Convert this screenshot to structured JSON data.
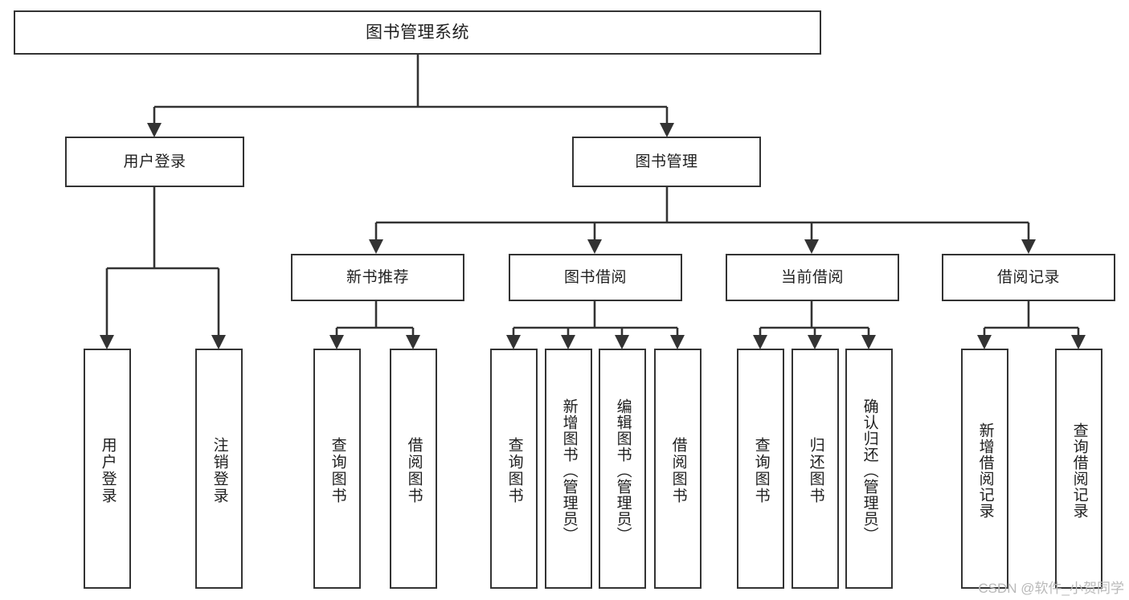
{
  "diagram": {
    "title": "图书管理系统",
    "type": "tree",
    "watermark": "CSDN @软件_小贺同学",
    "colors": {
      "stroke": "#333333",
      "fill": "#ffffff",
      "text": "#1f1f1f",
      "watermark": "#b9b9b9"
    },
    "nodes": {
      "root": {
        "label": "图书管理系统"
      },
      "level1": [
        {
          "id": "user-login",
          "label": "用户登录"
        },
        {
          "id": "book-manage",
          "label": "图书管理"
        }
      ],
      "level2": [
        {
          "id": "new-book-recommend",
          "label": "新书推荐"
        },
        {
          "id": "book-borrow",
          "label": "图书借阅"
        },
        {
          "id": "current-borrow",
          "label": "当前借阅"
        },
        {
          "id": "borrow-record",
          "label": "借阅记录"
        }
      ],
      "leaves": {
        "user_login": [
          {
            "id": "leaf-user-login",
            "label": "用户登录"
          },
          {
            "id": "leaf-logout-login",
            "label": "注销登录"
          }
        ],
        "new_book_recommend": [
          {
            "id": "leaf-query-book-1",
            "label": "查询图书"
          },
          {
            "id": "leaf-borrow-book-1",
            "label": "借阅图书"
          }
        ],
        "book_borrow": [
          {
            "id": "leaf-query-book-2",
            "label": "查询图书"
          },
          {
            "id": "leaf-add-book",
            "label": "新增图书（管理员）"
          },
          {
            "id": "leaf-edit-book",
            "label": "编辑图书（管理员）"
          },
          {
            "id": "leaf-borrow-book-2",
            "label": "借阅图书"
          }
        ],
        "current_borrow": [
          {
            "id": "leaf-query-book-3",
            "label": "查询图书"
          },
          {
            "id": "leaf-return-book",
            "label": "归还图书"
          },
          {
            "id": "leaf-confirm-return",
            "label": "确认归还（管理员）"
          }
        ],
        "borrow_record": [
          {
            "id": "leaf-add-record",
            "label": "新增借阅记录"
          },
          {
            "id": "leaf-query-record",
            "label": "查询借阅记录"
          }
        ]
      }
    }
  }
}
